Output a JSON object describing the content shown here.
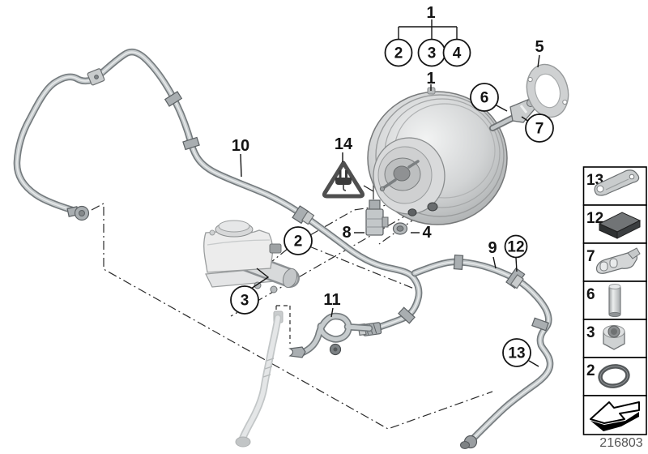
{
  "callouts": {
    "group_parent": "1",
    "group_child_2": "2",
    "group_child_3": "3",
    "group_child_4": "4",
    "booster": "1",
    "gasket": "5",
    "pushrod_fork": "6",
    "fork_pin": "7",
    "vacuum_pipe": "10",
    "esd_warning": "14",
    "grommet_small": "2",
    "reservoir": "3",
    "pressure_sensor": "8",
    "seal_grommet": "4",
    "vacuum_hose_rear": "9",
    "hose_damper": "12",
    "hose_loop": "11",
    "hose_clip": "13"
  },
  "legend": {
    "items": [
      {
        "num": "13",
        "part": "holder-bracket"
      },
      {
        "num": "12",
        "part": "damper-pad"
      },
      {
        "num": "7",
        "part": "spring-clip"
      },
      {
        "num": "6",
        "part": "pin"
      },
      {
        "num": "3",
        "part": "hex-nut"
      },
      {
        "num": "2",
        "part": "o-ring"
      }
    ],
    "direction_icon": "installation-direction-arrow"
  },
  "warning": {
    "symbol": "electrostatic-plug-warning-triangle"
  },
  "footer": {
    "doc_number": "216803"
  },
  "colors": {
    "line": "#141414",
    "metal_light": "#c6cbcd",
    "metal_dark": "#757b7e",
    "pad_dark": "#2e3132",
    "doc_text": "#575757"
  }
}
